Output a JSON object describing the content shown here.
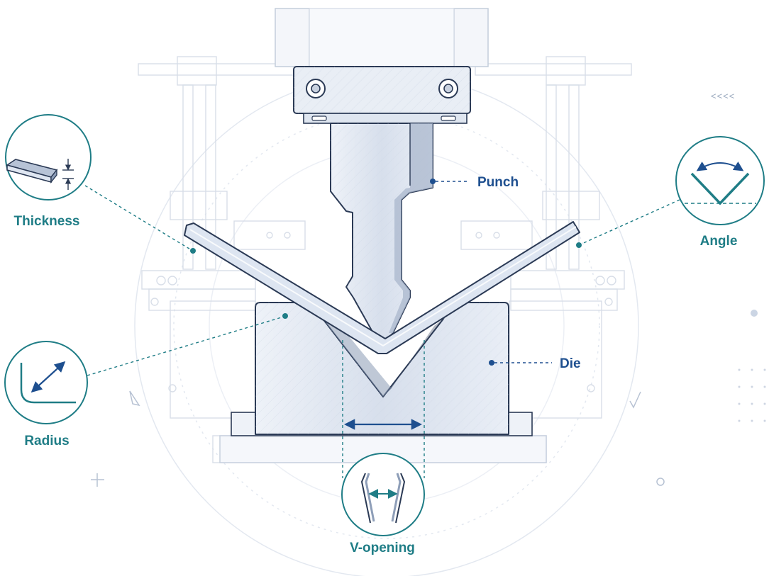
{
  "labels": {
    "punch": "Punch",
    "die": "Die",
    "thickness": "Thickness",
    "angle": "Angle",
    "radius": "Radius",
    "v_opening": "V-opening"
  },
  "decor": {
    "chevrons": "<<<<"
  },
  "colors": {
    "teal": "#1f7d86",
    "blue": "#1e4f8f",
    "steel": "#dfe6f1",
    "outline": "#2b3a55"
  }
}
